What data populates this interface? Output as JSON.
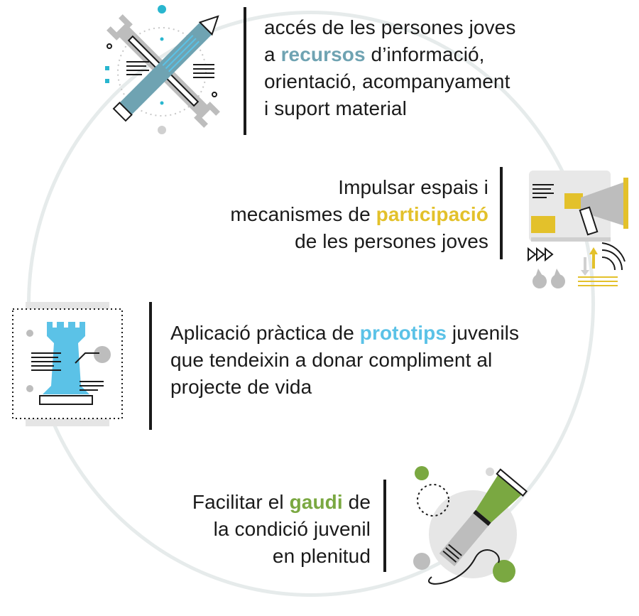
{
  "colors": {
    "ring": "#e6ebeb",
    "teal": "#6fa3b2",
    "yellow": "#e3c12b",
    "sky": "#5bc2e7",
    "green": "#7aa841",
    "gray": "#b8b8b8",
    "dark": "#1a1a1a"
  },
  "items": [
    {
      "icon": "tools-icon",
      "lines": [
        {
          "pre": "accés de les persones joves",
          "hl": "",
          "post": ""
        },
        {
          "pre": "a ",
          "hl": "recursos",
          "post": " d’informació,"
        },
        {
          "pre": "orientació, acompanyament",
          "hl": "",
          "post": ""
        },
        {
          "pre": "i suport material",
          "hl": "",
          "post": ""
        }
      ],
      "highlight_color": "teal"
    },
    {
      "icon": "megaphone-board-icon",
      "lines": [
        {
          "pre": "Impulsar espais i",
          "hl": "",
          "post": ""
        },
        {
          "pre": "mecanismes de ",
          "hl": "participació",
          "post": ""
        },
        {
          "pre": "de les persones joves",
          "hl": "",
          "post": ""
        }
      ],
      "highlight_color": "yellow"
    },
    {
      "icon": "chess-rook-icon",
      "lines": [
        {
          "pre": "Aplicació pràctica de ",
          "hl": "prototips",
          "post": " juvenils"
        },
        {
          "pre": "que tendeixin a donar compliment al",
          "hl": "",
          "post": ""
        },
        {
          "pre": "projecte de vida",
          "hl": "",
          "post": ""
        }
      ],
      "highlight_color": "sky"
    },
    {
      "icon": "flashlight-icon",
      "lines": [
        {
          "pre": "Facilitar el ",
          "hl": "gaudi",
          "post": " de"
        },
        {
          "pre": "la condició juvenil",
          "hl": "",
          "post": ""
        },
        {
          "pre": "en plenitud",
          "hl": "",
          "post": ""
        }
      ],
      "highlight_color": "green"
    }
  ]
}
